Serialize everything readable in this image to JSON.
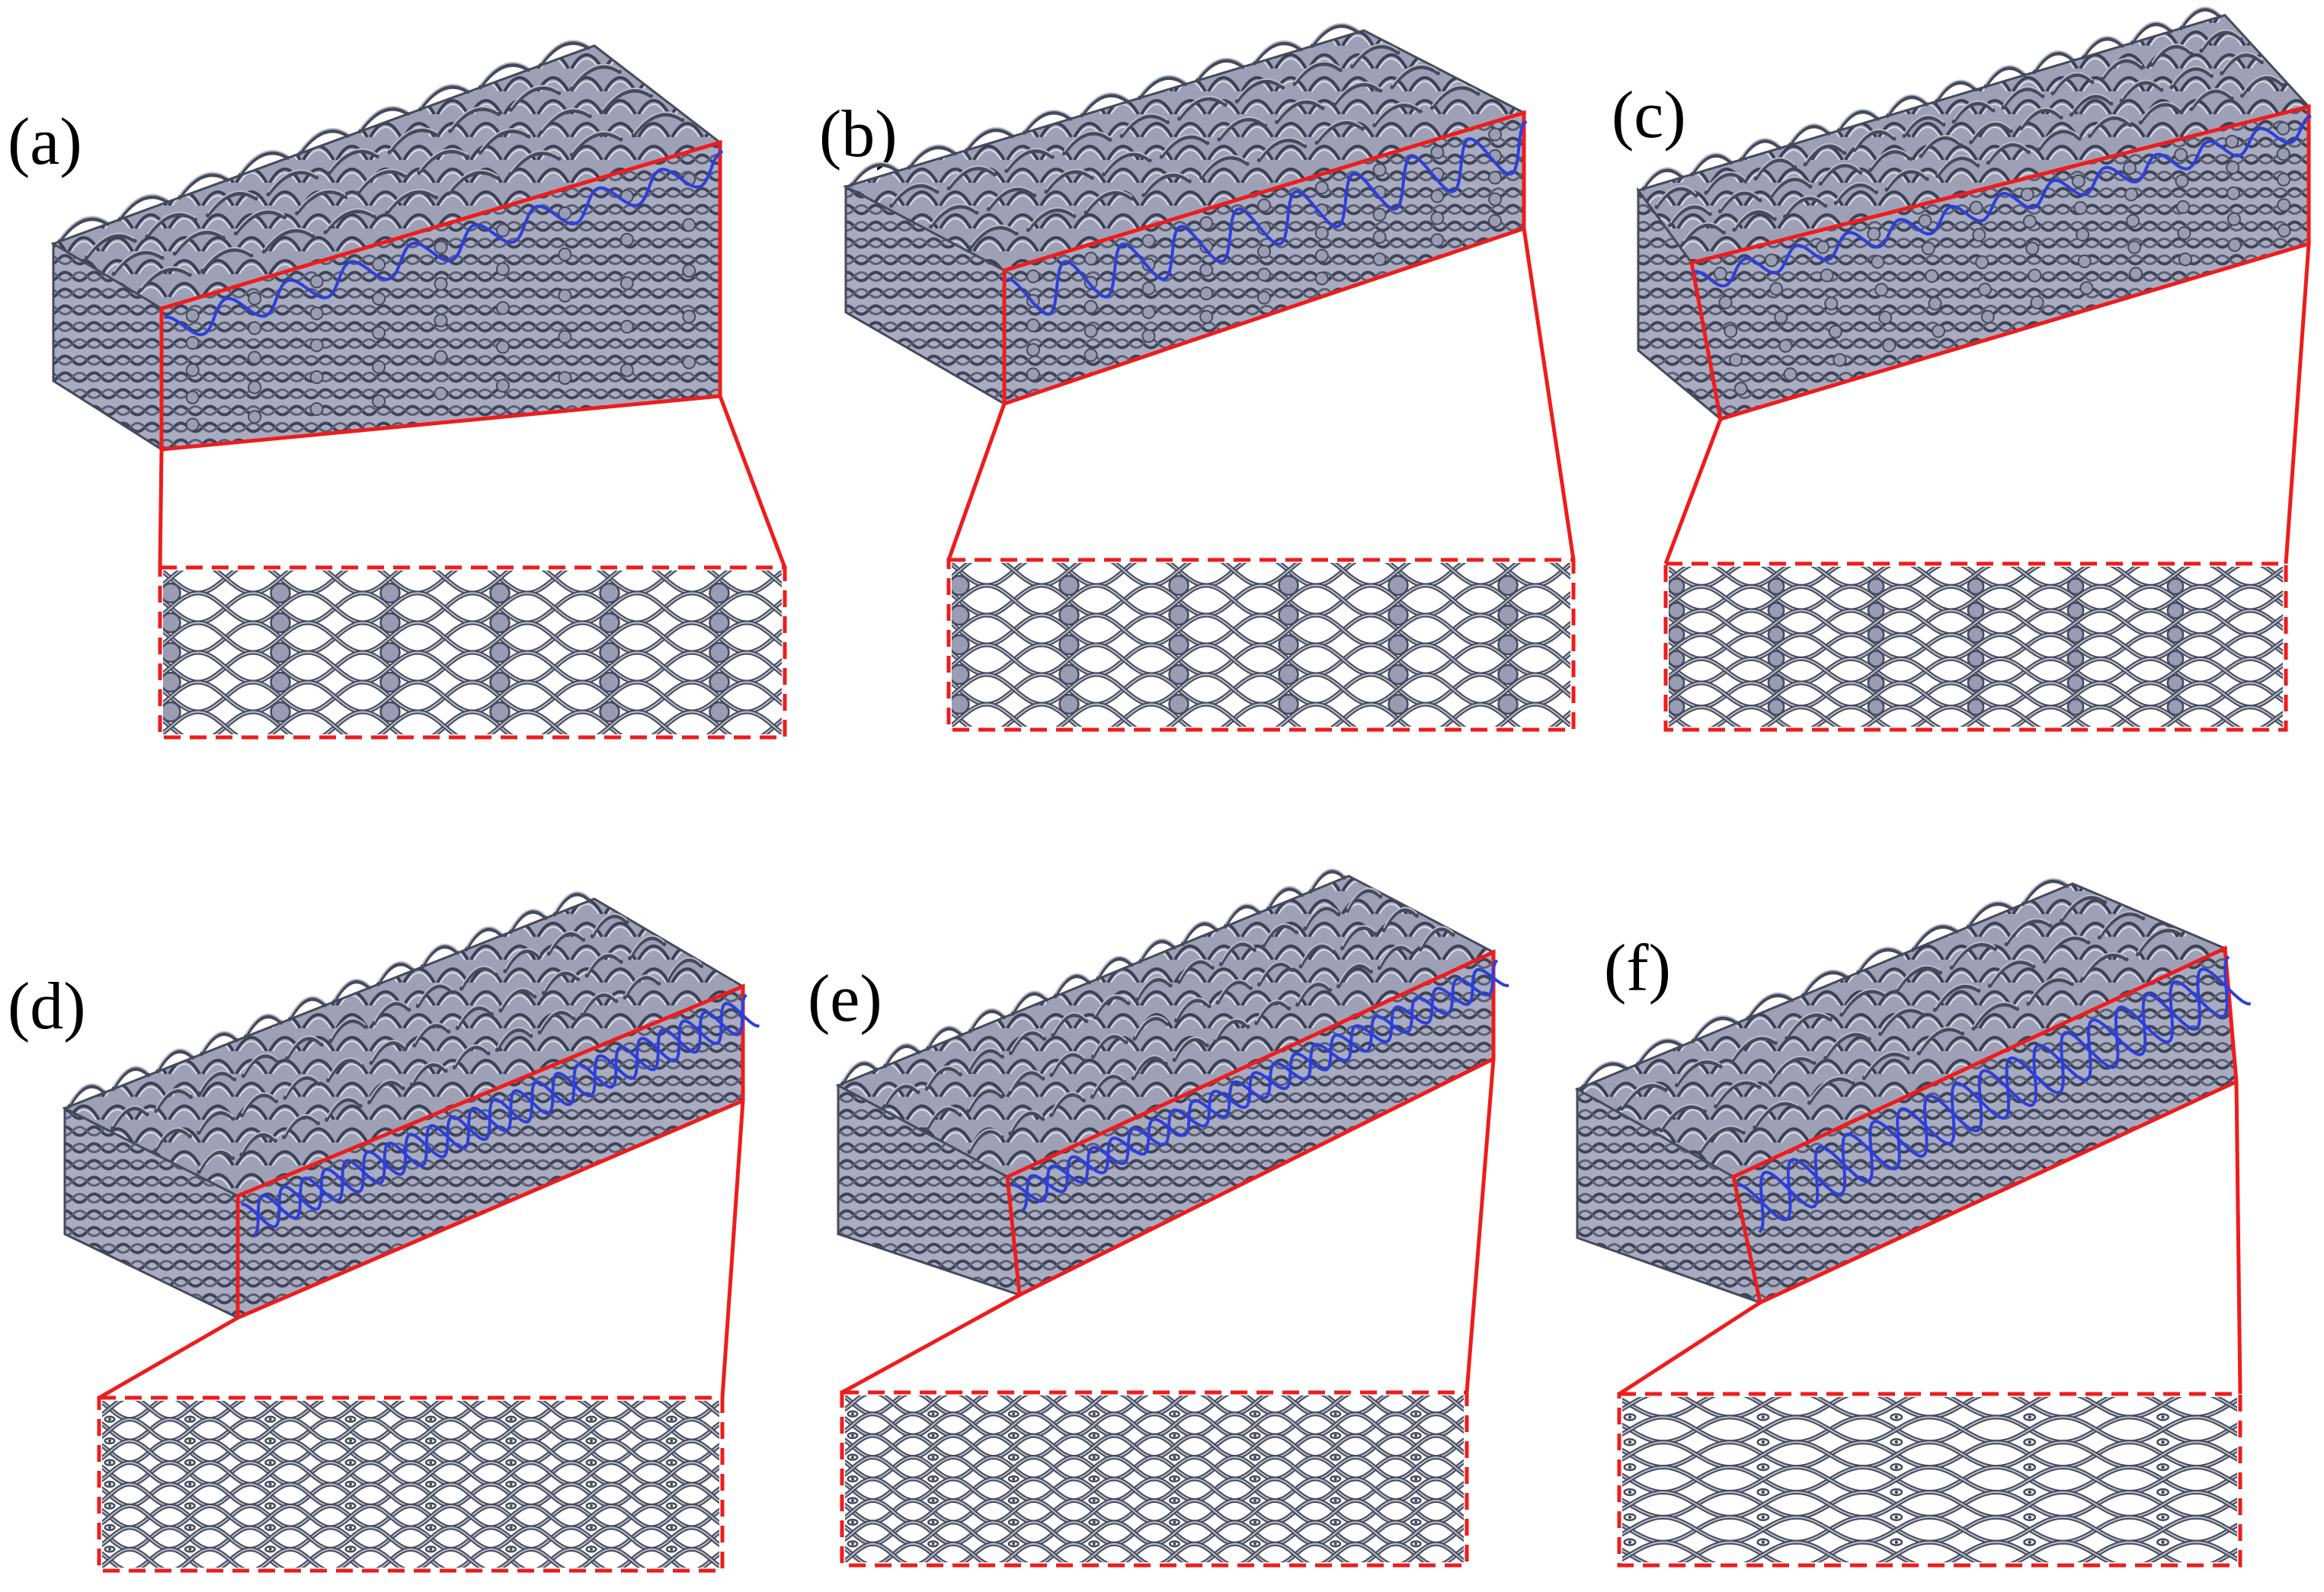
{
  "panels": [
    {
      "id": "a",
      "label": "(a)"
    },
    {
      "id": "b",
      "label": "(b)"
    },
    {
      "id": "c",
      "label": "(c)"
    },
    {
      "id": "d",
      "label": "(d)"
    },
    {
      "id": "e",
      "label": "(e)"
    },
    {
      "id": "f",
      "label": "(f)"
    }
  ],
  "colors": {
    "wire": "#454a5c",
    "wire_highlight": "#b9bccb",
    "node_fill": "#9a9cb4",
    "body_fill": "#a5a8bc",
    "highlight_path": "#2c3fdc",
    "zoom_frame": "#ee1c1c"
  },
  "structure": {
    "panels_abc": "woven wire lattice with circular node inserts",
    "panels_def": "woven wire lattice with eye-shaped crossings"
  }
}
